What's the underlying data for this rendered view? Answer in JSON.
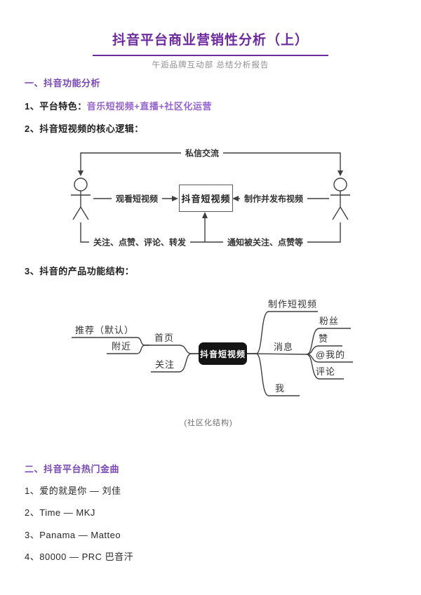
{
  "header": {
    "title": "抖音平台商业营销性分析（上）",
    "subtitle": "午逅品牌互动部 总结分析报告"
  },
  "section1": {
    "heading": "一、抖音功能分析",
    "item1_label": "1、平台特色：",
    "item1_highlight": "音乐短视频+直播+社区化运营",
    "item2_label": "2、抖音短视频的核心逻辑：",
    "item3_label": "3、抖音的产品功能结构："
  },
  "diagram1": {
    "top_label": "私信交流",
    "center_box": "抖音短视频",
    "left_arrow_label": "观看短视频",
    "right_arrow_label": "制作并发布视频",
    "bottom_left_label": "关注、点赞、评论、转发",
    "bottom_right_label": "通知被关注、点赞等"
  },
  "mindmap": {
    "center": "抖音短视频",
    "left": {
      "home": "首页",
      "recommend": "推荐（默认）",
      "nearby": "附近",
      "follow": "关注"
    },
    "right": {
      "create": "制作短视频",
      "message": "消息",
      "fans": "粉丝",
      "like": "赞",
      "at_me": "@我的",
      "comment": "评论",
      "me": "我"
    },
    "caption": "(社区化结构)"
  },
  "section2": {
    "heading": "二、抖音平台热门金曲",
    "songs": [
      "1、爱的就是你 — 刘佳",
      "2、Time — MKJ",
      "3、Panama — Matteo",
      "4、80000 — PRC 巴音汗"
    ]
  },
  "colors": {
    "title_purple": "#6d2a9e",
    "heading_purple": "#7a48b5",
    "highlight_purple": "#9565cd",
    "diagram_line": "#3f3f3f",
    "center_node_bg": "#141414"
  }
}
